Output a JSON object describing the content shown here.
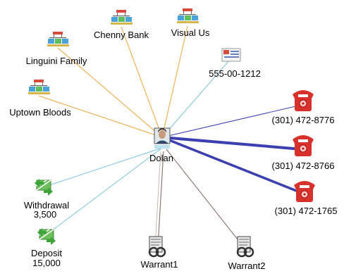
{
  "center": {
    "label": "Dolan"
  },
  "nodes": {
    "chenny_bank": {
      "label": "Chenny Bank"
    },
    "visual_us": {
      "label": "Visual Us"
    },
    "linguini_family": {
      "label": "Linguini Family"
    },
    "ssn": {
      "label": "555-00-1212"
    },
    "uptown_bloods": {
      "label": "Uptown Bloods"
    },
    "phone1": {
      "label": "(301) 472-8776"
    },
    "phone2": {
      "label": "(301) 472-8766"
    },
    "phone3": {
      "label": "(301) 472-1765"
    },
    "withdrawal": {
      "label": "Withdrawal",
      "amount": "3,500"
    },
    "deposit": {
      "label": "Deposit",
      "amount": "15,000"
    },
    "warrant1": {
      "label": "Warrant1"
    },
    "warrant2": {
      "label": "Warrant2"
    }
  },
  "colors": {
    "org_link": "#f0b25a",
    "ssn_link": "#8cc9d6",
    "phone_link": "#3b3fb0",
    "money_link": "#90cde0",
    "warrant_link": "#8f7a74"
  }
}
